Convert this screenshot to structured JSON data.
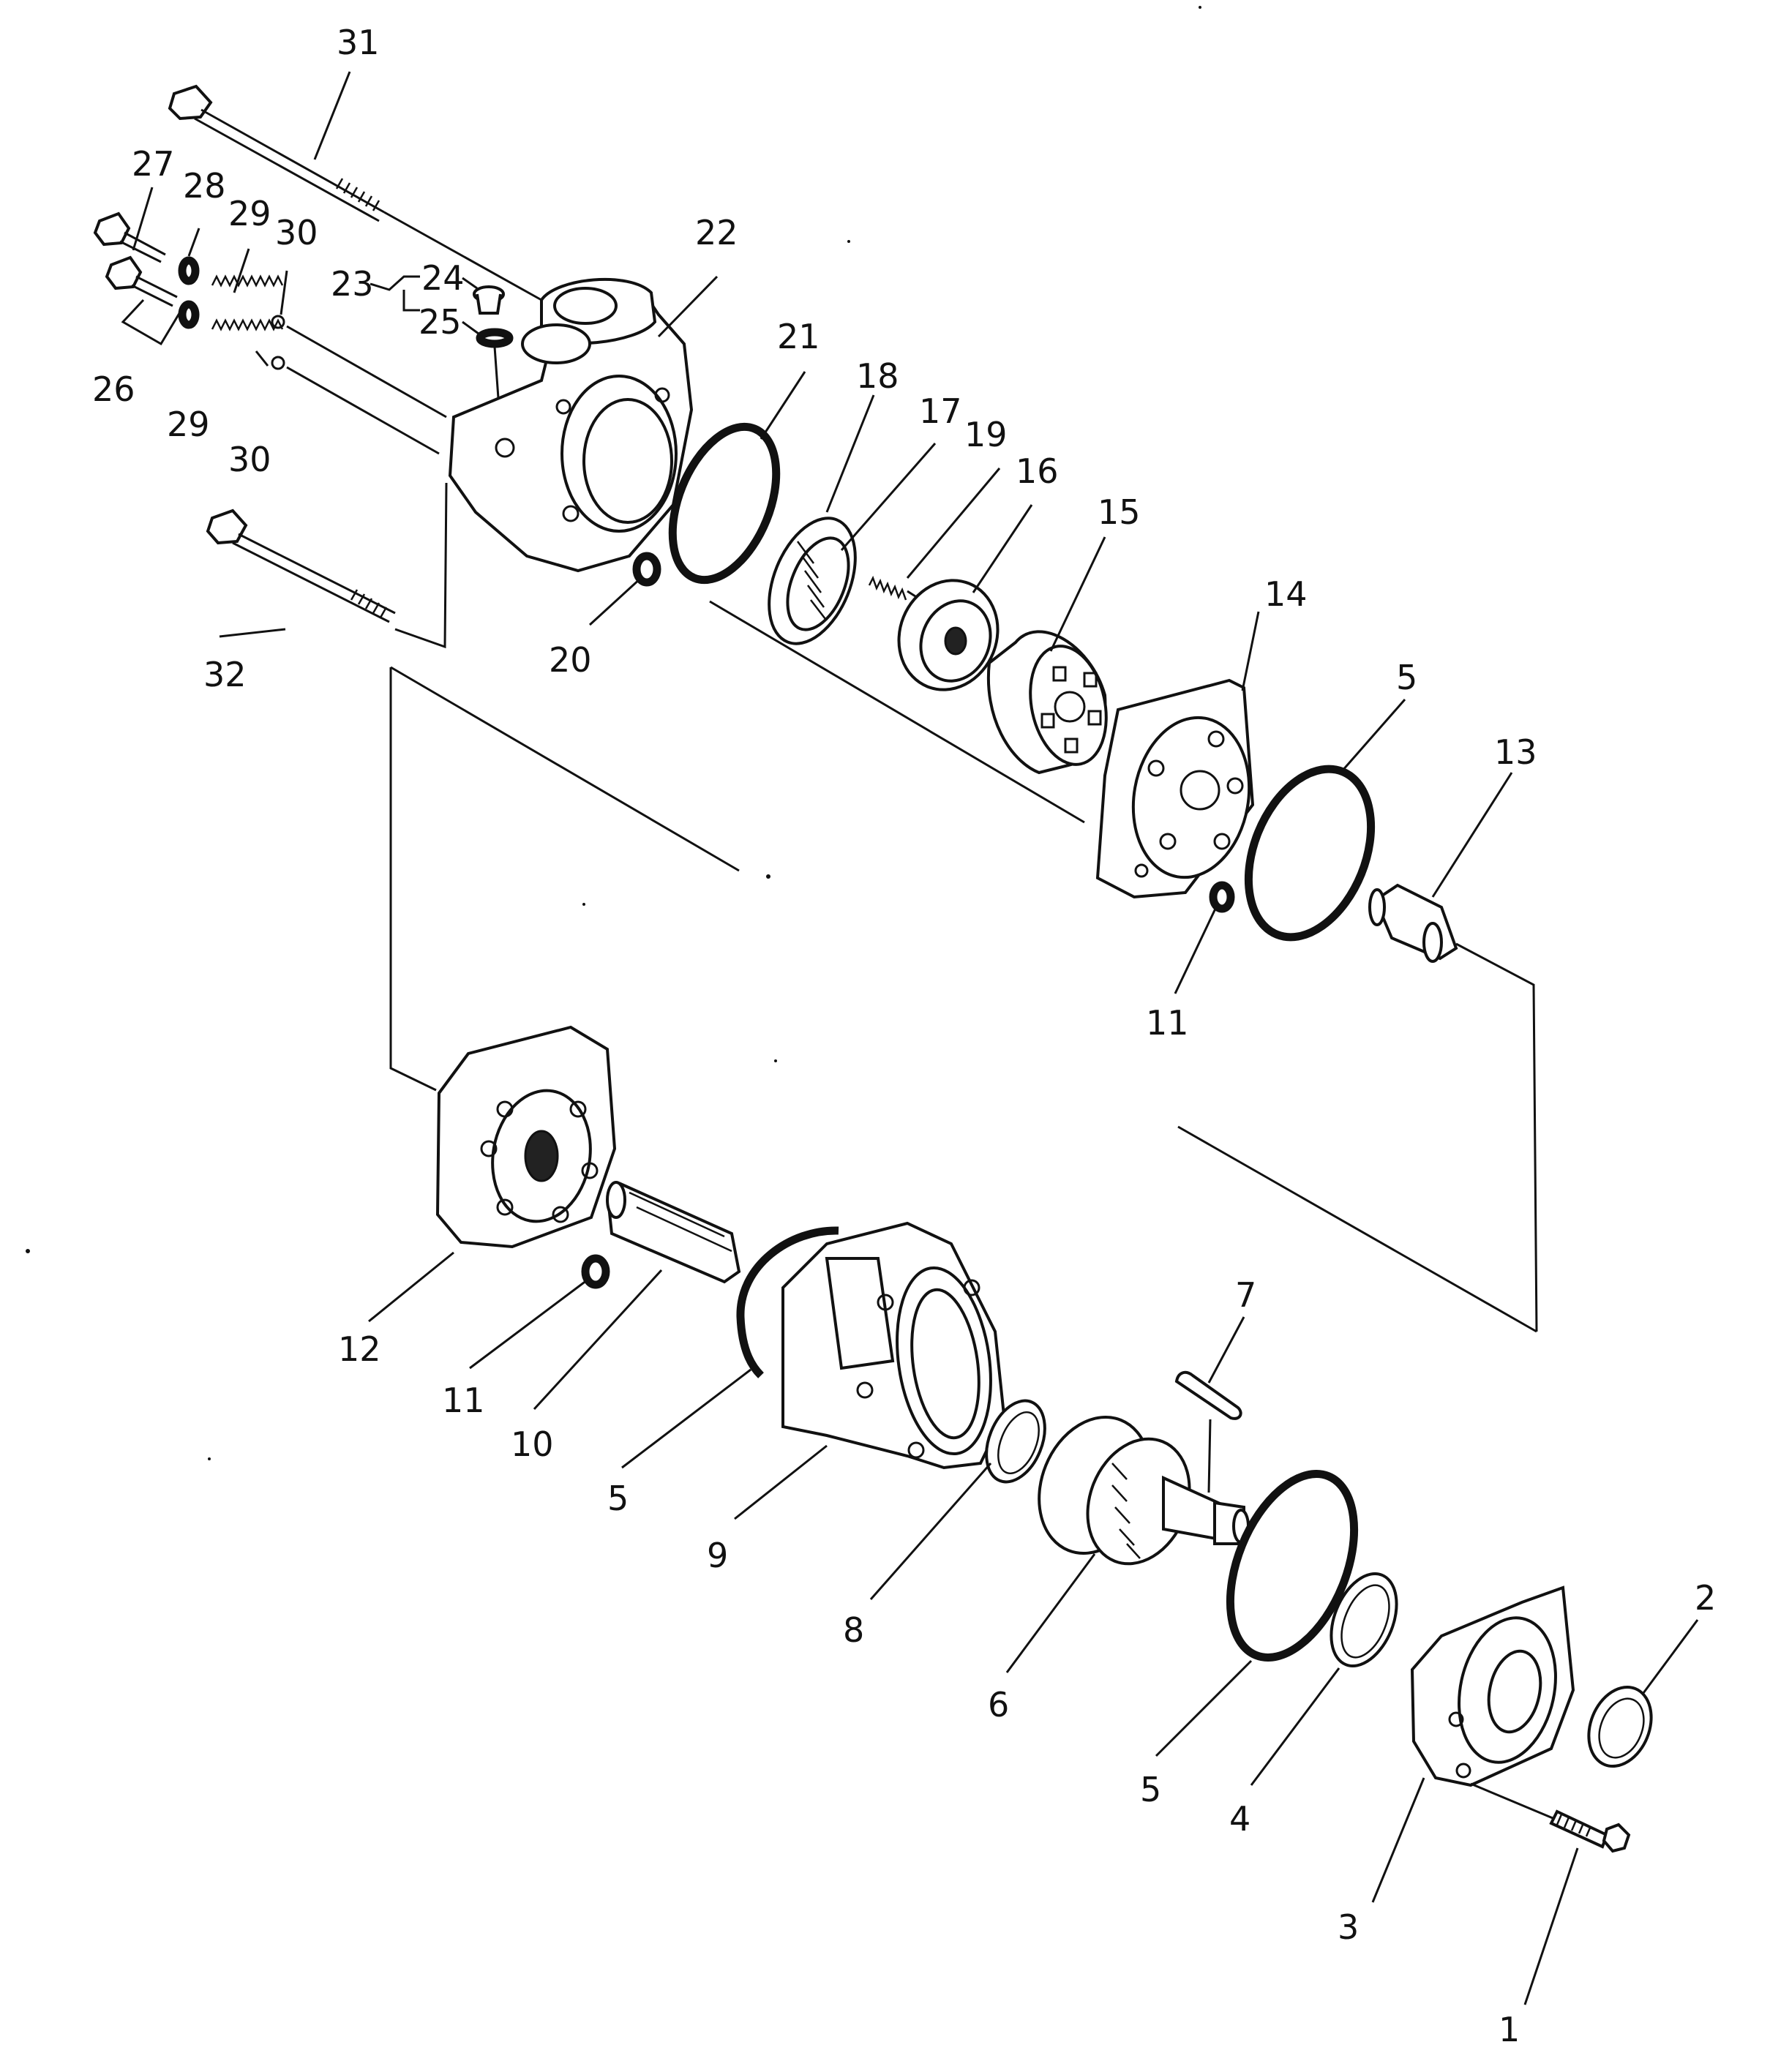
{
  "callouts": [
    {
      "id": "c31",
      "label": "31"
    },
    {
      "id": "c27",
      "label": "27"
    },
    {
      "id": "c28",
      "label": "28"
    },
    {
      "id": "c29a",
      "label": "29"
    },
    {
      "id": "c30a",
      "label": "30"
    },
    {
      "id": "c23",
      "label": "23"
    },
    {
      "id": "c24",
      "label": "24"
    },
    {
      "id": "c25",
      "label": "25"
    },
    {
      "id": "c22",
      "label": "22"
    },
    {
      "id": "c26",
      "label": "26"
    },
    {
      "id": "c29b",
      "label": "29"
    },
    {
      "id": "c30b",
      "label": "30"
    },
    {
      "id": "c21",
      "label": "21"
    },
    {
      "id": "c18",
      "label": "18"
    },
    {
      "id": "c17",
      "label": "17"
    },
    {
      "id": "c19",
      "label": "19"
    },
    {
      "id": "c16",
      "label": "16"
    },
    {
      "id": "c15",
      "label": "15"
    },
    {
      "id": "c14",
      "label": "14"
    },
    {
      "id": "c32",
      "label": "32"
    },
    {
      "id": "c20",
      "label": "20"
    },
    {
      "id": "c5a",
      "label": "5"
    },
    {
      "id": "c13",
      "label": "13"
    },
    {
      "id": "c11a",
      "label": "11"
    },
    {
      "id": "c12",
      "label": "12"
    },
    {
      "id": "c11b",
      "label": "11"
    },
    {
      "id": "c10",
      "label": "10"
    },
    {
      "id": "c5b",
      "label": "5"
    },
    {
      "id": "c9",
      "label": "9"
    },
    {
      "id": "c7",
      "label": "7"
    },
    {
      "id": "c8",
      "label": "8"
    },
    {
      "id": "c6",
      "label": "6"
    },
    {
      "id": "c2",
      "label": "2"
    },
    {
      "id": "c5c",
      "label": "5"
    },
    {
      "id": "c4",
      "label": "4"
    },
    {
      "id": "c3",
      "label": "3"
    },
    {
      "id": "c1",
      "label": "1"
    }
  ]
}
